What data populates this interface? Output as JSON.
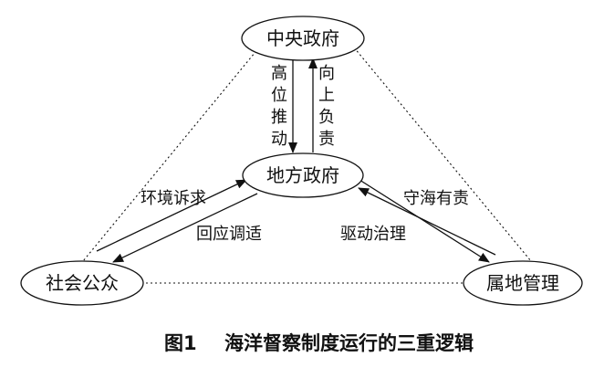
{
  "nodes": {
    "central_government": "中央政府",
    "local_government": "地方政府",
    "public": "社会公众",
    "territorial_management": "属地管理"
  },
  "edges": {
    "central_to_local": [
      "高",
      "位",
      "推",
      "动"
    ],
    "local_to_central": [
      "向",
      "上",
      "负",
      "责"
    ],
    "public_to_local": "环境诉求",
    "local_to_public": "回应调适",
    "territorial_to_local": "守海有责",
    "local_to_territorial": "驱动治理"
  },
  "caption": {
    "label": "图1",
    "title": "海洋督察制度运行的三重逻辑"
  }
}
